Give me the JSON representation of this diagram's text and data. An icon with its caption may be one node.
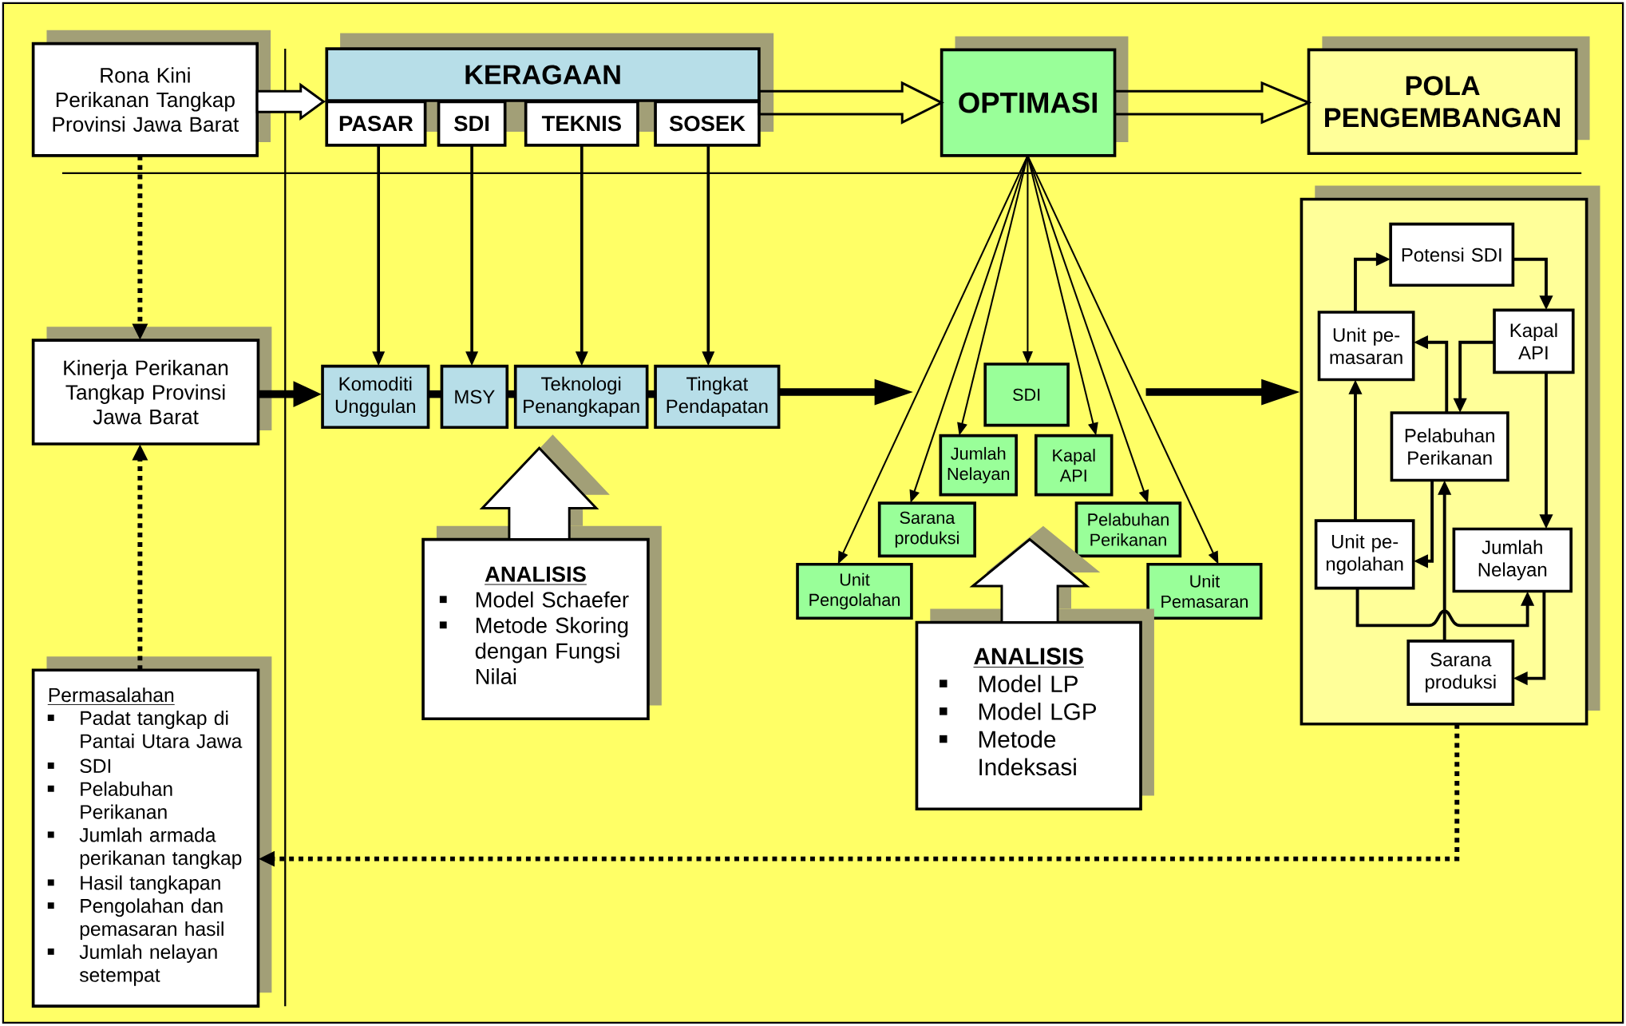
{
  "diagram": {
    "nodes": [
      {
        "text": [
          "Rona Kini Perikanan Tangkap Provinsi Jawa Barat"
        ]
      },
      {
        "text": [
          "KERAGAAN"
        ]
      },
      {
        "text": [
          "PASAR"
        ]
      },
      {
        "text": [
          "SDI"
        ]
      },
      {
        "text": [
          "TEKNIS"
        ]
      },
      {
        "text": [
          "SOSEK"
        ]
      },
      {
        "text": [
          "OPTIMASI"
        ]
      },
      {
        "text": [
          "POLA PENGEMBANGAN"
        ]
      },
      {
        "text": [
          "Kinerja Perikanan Tangkap Provinsi Jawa Barat"
        ]
      },
      {
        "text": [
          "Komoditi Unggulan"
        ]
      },
      {
        "text": [
          "MSY"
        ]
      },
      {
        "text": [
          "Teknologi Penangkapan"
        ]
      },
      {
        "text": [
          "Tingkat Pendapatan"
        ]
      },
      {
        "text": [
          "ANALISIS",
          "Model Schaefer",
          "Metode Skoring dengan Fungsi Nilai"
        ]
      },
      {
        "text": [
          "SDI"
        ]
      },
      {
        "text": [
          "Jumlah Nelayan"
        ]
      },
      {
        "text": [
          "Kapal API"
        ]
      },
      {
        "text": [
          "Sarana produksi"
        ]
      },
      {
        "text": [
          "Pelabuhan Perikanan"
        ]
      },
      {
        "text": [
          "Unit Pengolahan"
        ]
      },
      {
        "text": [
          "Unit Pemasaran"
        ]
      },
      {
        "text": [
          "ANALISIS",
          "Model LP",
          "Model LGP",
          "Metode Indeksasi"
        ]
      },
      {
        "text": [],
        "shape": "box"
      },
      {
        "text": [
          "Potensi SDI"
        ],
        "in": 22
      },
      {
        "text": [
          "Unit pe- masaran"
        ],
        "in": 22
      },
      {
        "text": [
          "Kapal API"
        ],
        "in": 22
      },
      {
        "text": [
          "Pelabuhan Perikanan"
        ],
        "in": 22
      },
      {
        "text": [
          "Unit pe- ngolahan"
        ],
        "in": 22
      },
      {
        "text": [
          "Jumlah Nelayan"
        ],
        "in": 22
      },
      {
        "text": [
          "Sarana produksi"
        ],
        "in": 22
      },
      {
        "text": [
          "Permasalahan",
          "Padat tangkap di Pantai Utara Jawa",
          "SDI",
          "Pelabuhan Perikanan",
          "Jumlah armada perikanan tangkap",
          "Hasil tangkapan",
          "Pengolahan dan pemasaran hasil",
          "Jumlah nelayan setempat"
        ]
      }
    ],
    "edges": [
      {
        "from": 0,
        "to": 1,
        "arrow": "to"
      },
      {
        "from": 1,
        "to": 6,
        "arrow": "to"
      },
      {
        "from": 6,
        "to": 7,
        "arrow": "to"
      },
      {
        "from": 0,
        "to": 8,
        "arrow": "to",
        "style": "dashed"
      },
      {
        "from": 2,
        "to": 9,
        "arrow": "to"
      },
      {
        "from": 3,
        "to": 10,
        "arrow": "to"
      },
      {
        "from": 4,
        "to": 11,
        "arrow": "to"
      },
      {
        "from": 5,
        "to": 12,
        "arrow": "to"
      },
      {
        "from": 8,
        "to": 9,
        "arrow": "to",
        "style": "thick"
      },
      {
        "from": 9,
        "to": 10,
        "arrow": "none",
        "style": "thick"
      },
      {
        "from": 10,
        "to": 11,
        "arrow": "none",
        "style": "thick"
      },
      {
        "from": 11,
        "to": 12,
        "arrow": "none",
        "style": "thick"
      },
      {
        "from": 12,
        "to": null,
        "arrow": "to",
        "style": "thick"
      },
      {
        "from": 13,
        "to": 11,
        "arrow": "to"
      },
      {
        "from": 6,
        "to": 19,
        "arrow": "to"
      },
      {
        "from": 6,
        "to": 17,
        "arrow": "to"
      },
      {
        "from": 6,
        "to": 15,
        "arrow": "to"
      },
      {
        "from": 6,
        "to": 14,
        "arrow": "to"
      },
      {
        "from": 6,
        "to": 16,
        "arrow": "to"
      },
      {
        "from": 6,
        "to": 18,
        "arrow": "to"
      },
      {
        "from": 6,
        "to": 20,
        "arrow": "to"
      },
      {
        "from": 30,
        "to": 8,
        "arrow": "to",
        "style": "dashed"
      },
      {
        "from": 21,
        "to": null,
        "arrow": "to"
      },
      {
        "from": null,
        "to": 22,
        "arrow": "to",
        "style": "thick"
      },
      {
        "from": 22,
        "to": 30,
        "arrow": "to",
        "style": "dashed"
      },
      {
        "from": 24,
        "to": 23,
        "arrow": "to"
      },
      {
        "from": 23,
        "to": 25,
        "arrow": "to"
      },
      {
        "from": 25,
        "to": 26,
        "arrow": "to"
      },
      {
        "from": 26,
        "to": 24,
        "arrow": "to"
      },
      {
        "from": 25,
        "to": 28,
        "arrow": "to"
      },
      {
        "from": 26,
        "to": 27,
        "arrow": "to"
      },
      {
        "from": 29,
        "to": 26,
        "arrow": "to"
      },
      {
        "from": 27,
        "to": 24,
        "arrow": "to"
      },
      {
        "from": 27,
        "to": 28,
        "arrow": "to"
      },
      {
        "from": 28,
        "to": 29,
        "arrow": "to"
      }
    ]
  }
}
